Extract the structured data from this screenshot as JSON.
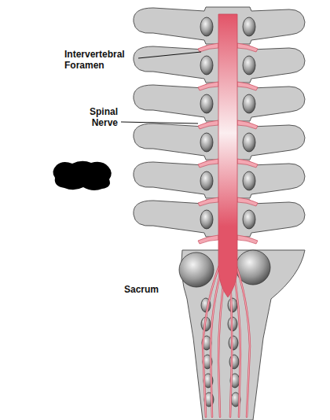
{
  "diagram": {
    "labels": [
      "Intervertebral Foramen",
      "Spinal Nerve",
      "Sacrum"
    ]
  }
}
